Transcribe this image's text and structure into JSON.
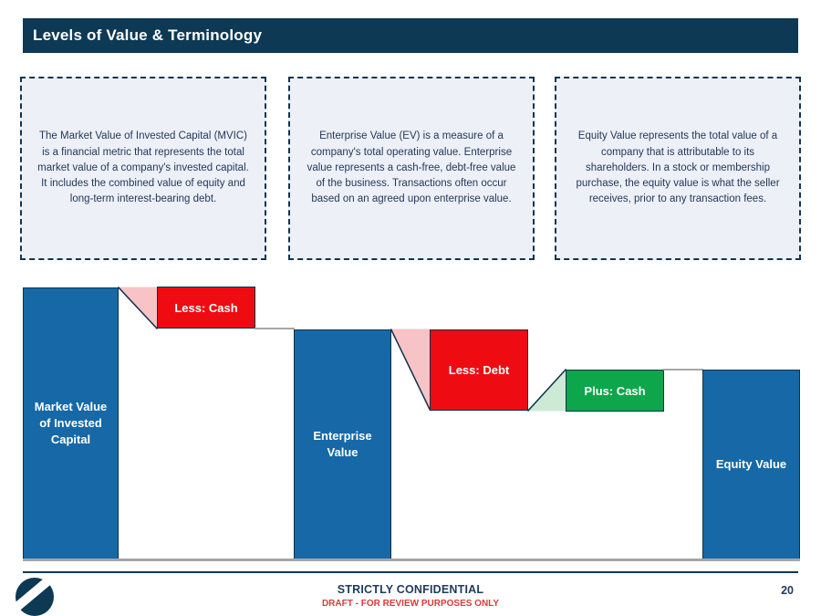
{
  "slide": {
    "title": "Levels of Value & Terminology",
    "definitions": [
      {
        "name": "mvic",
        "text": "The Market Value of Invested Capital (MVIC) is a financial metric that represents the total market value of a company's invested capital. It includes the combined value of equity and long-term interest-bearing debt."
      },
      {
        "name": "enterprise-value",
        "text": "Enterprise Value (EV) is a measure of a company's total operating value. Enterprise value represents a cash-free, debt-free value of the business. Transactions often occur based on an agreed upon enterprise value."
      },
      {
        "name": "equity-value",
        "text": "Equity Value represents the total value of a company that is attributable to its shareholders. In a stock or membership purchase, the equity value is what the seller receives, prior to any transaction fees."
      }
    ],
    "footer": {
      "confidential": "STRICTLY CONFIDENTIAL",
      "draft": "DRAFT - FOR REVIEW PURPOSES ONLY",
      "page_number": "20"
    }
  },
  "chart_data": {
    "type": "waterfall",
    "title": "",
    "units": "relative height (MVIC = 100, no numeric axis shown)",
    "grid": false,
    "legend": false,
    "steps": [
      {
        "label": "Market Value of Invested Capital",
        "role": "total",
        "value": 100,
        "color": "#1668a6"
      },
      {
        "label": "Less: Cash",
        "role": "decrease",
        "value": -15,
        "color": "#ee0c12"
      },
      {
        "label": "Enterprise Value",
        "role": "total",
        "value": 85,
        "color": "#1668a6"
      },
      {
        "label": "Less: Debt",
        "role": "decrease",
        "value": -30,
        "color": "#ee0c12"
      },
      {
        "label": "Plus: Cash",
        "role": "increase",
        "value": 15,
        "color": "#0da64b"
      },
      {
        "label": "Equity Value",
        "role": "total",
        "value": 70,
        "color": "#1668a6"
      }
    ]
  },
  "colors": {
    "title_bar": "#0d3954",
    "bar_blue": "#1668a6",
    "decrease_red": "#ee0c12",
    "decrease_red_light": "#f8c3c6",
    "increase_green": "#0da64b",
    "increase_green_light": "#cdead6",
    "card_background": "#edf0f6",
    "dashed_border": "#12344f",
    "connector_gray": "#a6a6a6",
    "footer_navy": "#1e3a5e",
    "draft_red": "#d63c3c"
  }
}
